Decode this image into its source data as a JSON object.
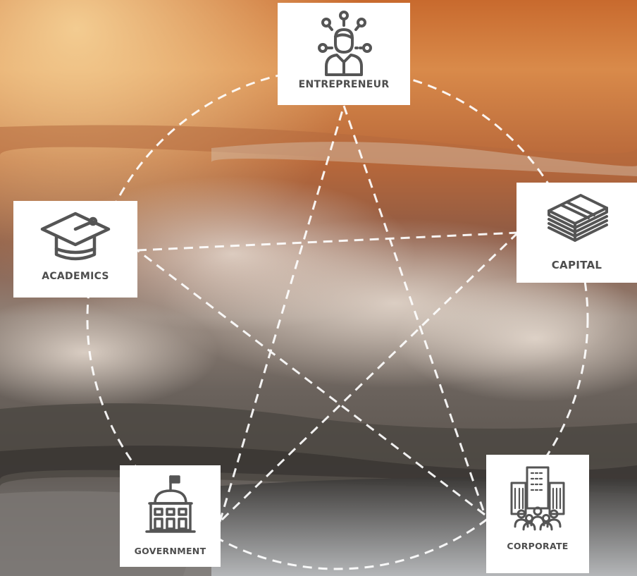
{
  "nodes": {
    "entrepreneur": {
      "label": "ENTREPRENEUR",
      "icon": "entrepreneur-person-network-icon"
    },
    "capital": {
      "label": "CAPITAL",
      "icon": "money-stack-icon"
    },
    "academics": {
      "label": "ACADEMICS",
      "icon": "graduation-cap-icon"
    },
    "government": {
      "label": "GOVERNMENT",
      "icon": "government-building-icon"
    },
    "corporate": {
      "label": "CORPORATE",
      "icon": "corporate-buildings-people-icon"
    }
  },
  "colors": {
    "box_bg": "#ffffff",
    "label_text": "#4d4d4d",
    "icon_stroke": "#555555",
    "connector_line": "#ffffff"
  }
}
